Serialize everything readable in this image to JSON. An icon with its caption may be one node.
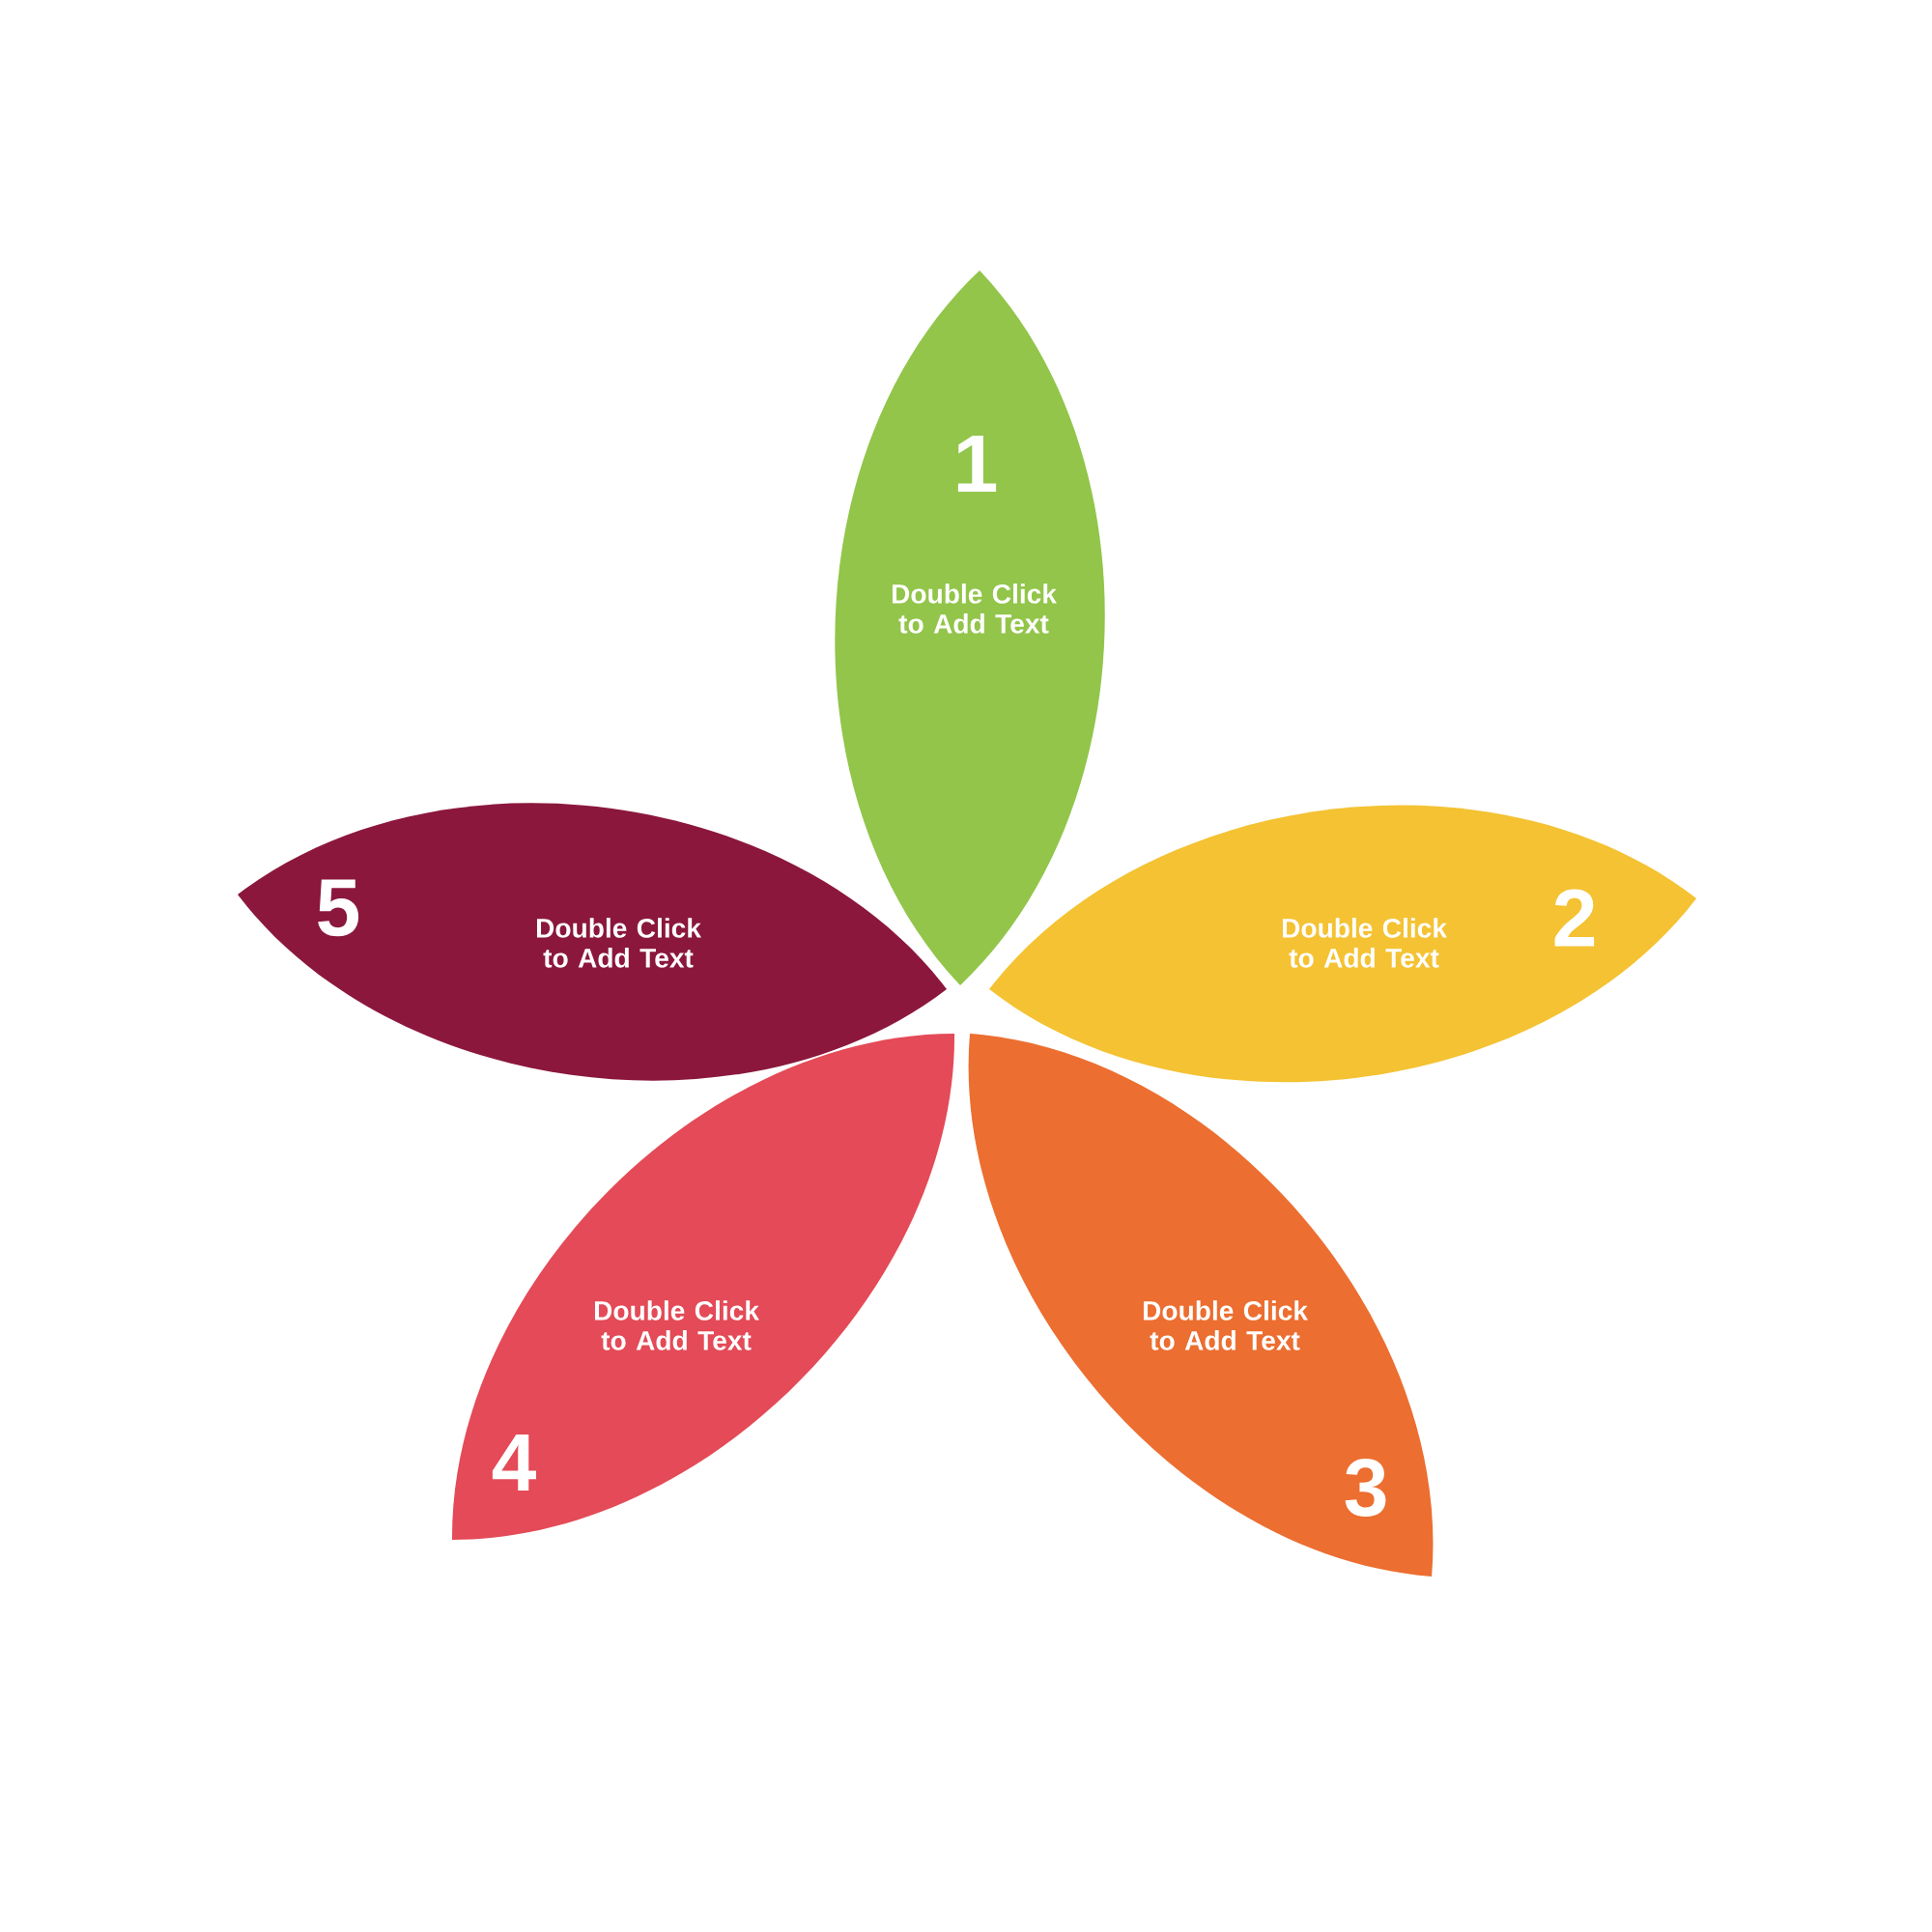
{
  "diagram": {
    "nodes": [
      {
        "text": [
          "1",
          "Double Click to Add Text"
        ]
      },
      {
        "text": [
          "2",
          "Double Click to Add Text"
        ]
      },
      {
        "text": [
          "3",
          "Double Click to Add Text"
        ]
      },
      {
        "text": [
          "4",
          "Double Click to Add Text"
        ]
      },
      {
        "text": [
          "5",
          "Double Click to Add Text"
        ]
      }
    ]
  }
}
